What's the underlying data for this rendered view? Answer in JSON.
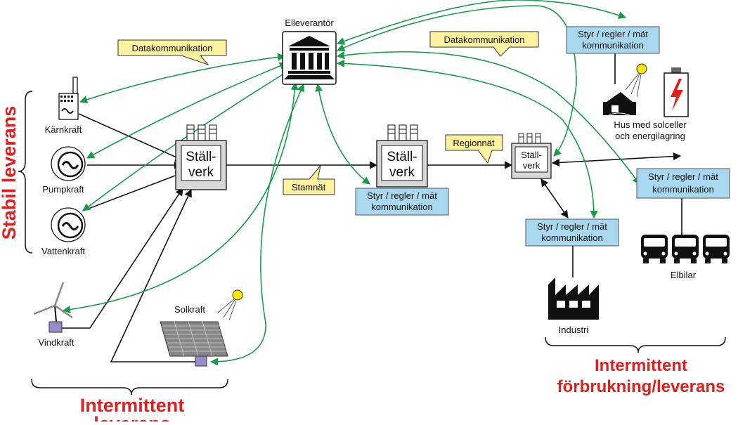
{
  "left_group_label": "Stabil leverans",
  "bottom_left_label": [
    "Intermittent",
    "leverans"
  ],
  "bottom_right_label": [
    "Intermittent",
    "förbrukning/leverans"
  ],
  "supplier": {
    "label": "Elleverantör"
  },
  "callouts": {
    "data_left": "Datakommunikation",
    "data_right": "Datakommunikation",
    "stamnat": "Stamnät",
    "regionnat": "Regionnät"
  },
  "sources": {
    "karnkraft": "Kärnkraft",
    "pumpkraft": "Pumpkraft",
    "vattenkraft": "Vattenkraft",
    "vindkraft": "Vindkraft",
    "solkraft": "Solkraft"
  },
  "substations": {
    "sv1": [
      "Ställ-",
      "verk"
    ],
    "sv2": [
      "Ställ-",
      "verk"
    ],
    "sv3": [
      "Ställ-",
      "verk"
    ]
  },
  "control_boxes": {
    "center": [
      "Styr / regler / mät",
      "kommunikation"
    ],
    "house": [
      "Styr / regler / mät",
      "kommunikation"
    ],
    "industry": [
      "Styr / regler / mät",
      "kommunikation"
    ],
    "ev": [
      "Styr / regler / mät",
      "kommunikation"
    ]
  },
  "consumers": {
    "house": [
      "Hus med solceller",
      "och energilagring"
    ],
    "industry": "Industri",
    "ev": "Elbilar"
  },
  "colors": {
    "green_link": "#1a9a4a",
    "red_title": "#e02020",
    "box_blue": "#a8d8f0",
    "callout_yellow": "#fff3a0",
    "substation_grey": "#d8d8d8"
  }
}
